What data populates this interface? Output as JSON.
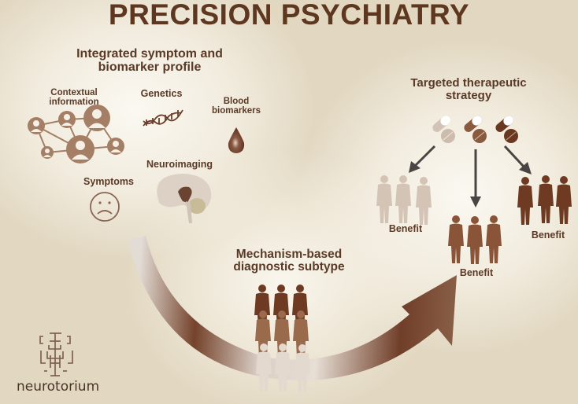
{
  "title": "PRECISION PSYCHIATRY",
  "profile": {
    "heading_line1": "Integrated symptom and",
    "heading_line2": "biomarker profile",
    "items": [
      {
        "label_line1": "Contextual",
        "label_line2": "information",
        "icon": "social-network-icon"
      },
      {
        "label_line1": "Genetics",
        "label_line2": "",
        "icon": "dna-icon"
      },
      {
        "label_line1": "Blood",
        "label_line2": "biomarkers",
        "icon": "blood-drop-icon"
      },
      {
        "label_line1": "Neuroimaging",
        "label_line2": "",
        "icon": "brain-icon"
      },
      {
        "label_line1": "Symptoms",
        "label_line2": "",
        "icon": "sad-face-icon"
      }
    ]
  },
  "subtype": {
    "heading_line1": "Mechanism-based",
    "heading_line2": "diagnostic subtype"
  },
  "strategy": {
    "heading_line1": "Targeted therapeutic",
    "heading_line2": "strategy",
    "outcomes": [
      {
        "label": "Benefit",
        "group_color": "#cbb9a8",
        "pill_color": "#cdbcae"
      },
      {
        "label": "Benefit",
        "group_color": "#7e4c30",
        "pill_color": "#8a5a3e"
      },
      {
        "label": "Benefit",
        "group_color": "#6e3a22",
        "pill_color": "#6a3820"
      }
    ]
  },
  "brand": {
    "name": "neurotorium"
  },
  "colors": {
    "primary_brown": "#5e3720",
    "background": "#e2d8c2",
    "icon_brown": "#a47e65",
    "light_figure": "#d6c9bc"
  }
}
